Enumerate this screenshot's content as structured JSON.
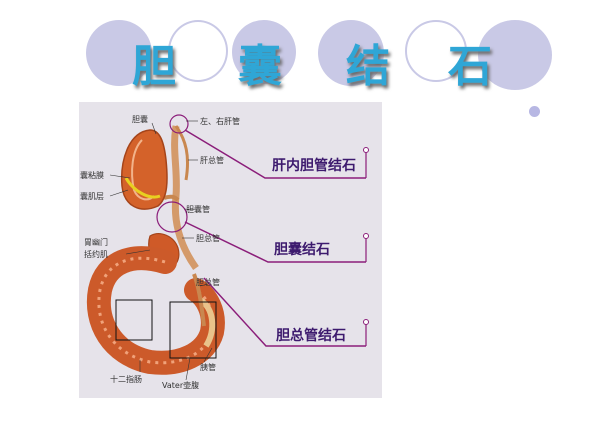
{
  "title": {
    "chars": [
      "胆",
      "囊",
      "结",
      "石"
    ]
  },
  "diagram": {
    "labels": {
      "gallbladder": "胆囊",
      "hepatic_ducts": "左、右肝管",
      "common_hepatic_duct": "肝总管",
      "mucosa": "囊粘膜",
      "muscle_layer": "囊肌层",
      "cystic_duct": "胆囊管",
      "common_bile_duct": "胆总管",
      "pylorus": "胃幽门",
      "pyloric_sphincter": "括约肌",
      "bile_duct": "胆总管",
      "pancreatic_duct": "胰管",
      "duodenum": "十二指肠",
      "vater": "Vater壶腹"
    },
    "callouts": {
      "intrahepatic": "肝内胆管结石",
      "gallbladder_stone": "胆囊结石",
      "cbd_stone": "胆总管结石"
    }
  },
  "colors": {
    "title": "#2fa6d6",
    "decor": "#c9c9e6",
    "callout_line": "#8b1e7a",
    "organ": "#c8501e"
  }
}
